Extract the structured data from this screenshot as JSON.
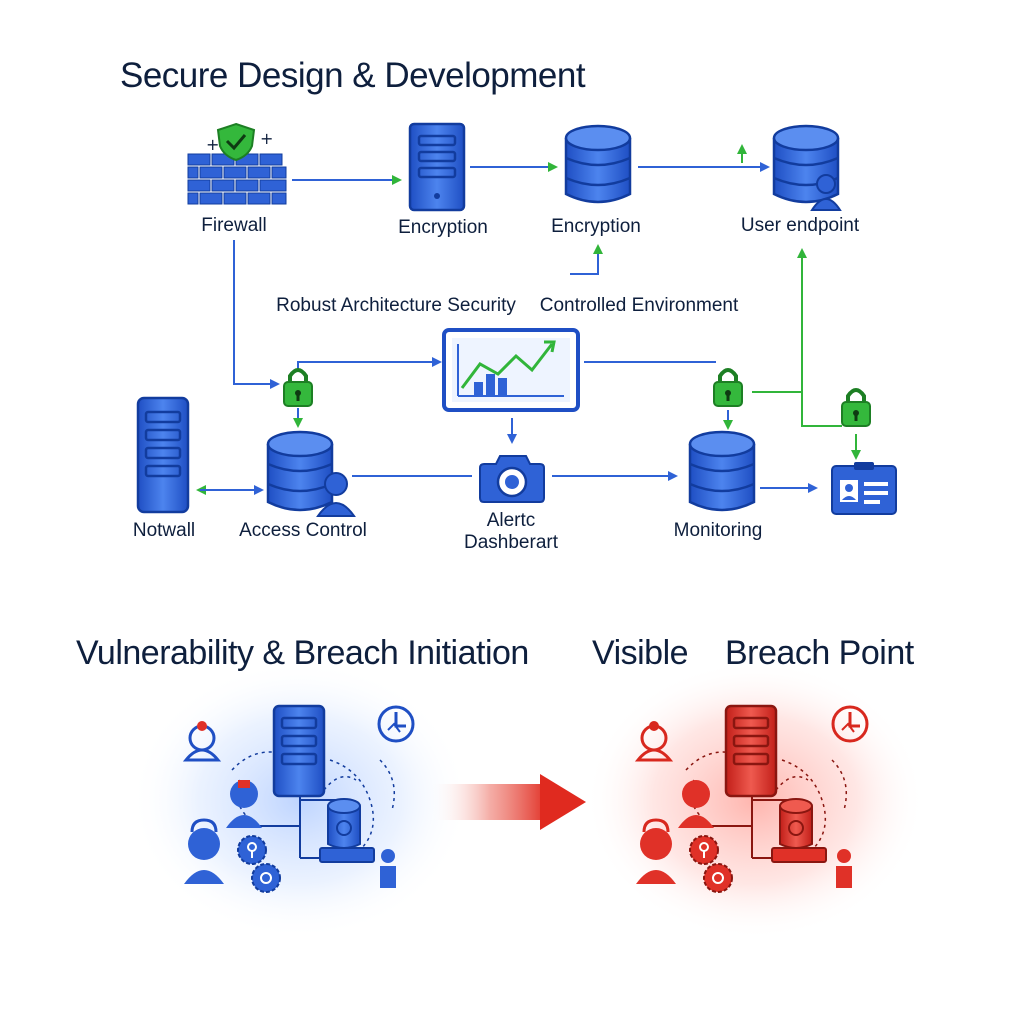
{
  "titles": {
    "secure": "Secure Design & Development",
    "vulnerability": "Vulnerability & Breach Initiation",
    "visible": "Visible",
    "breach_point": "Breach Point"
  },
  "labels": {
    "firewall": "Firewall",
    "encryption_1": "Encryption",
    "encryption_2": "Encryption",
    "user_endpoint": "User endpoint",
    "robust_architecture": "Robust Architecture Security",
    "controlled_environment": "Controlled Environment",
    "notwall": "Notwall",
    "access_control": "Access Control",
    "alert_line1": "Alertc",
    "alert_line2": "Dashberart",
    "monitoring": "Monitoring"
  },
  "colors": {
    "blue": "#2f62d6",
    "blue_light": "#5b8ef0",
    "blue_dark": "#123c9e",
    "green": "#31b53a",
    "red": "#e03128",
    "text": "#0e1f3d"
  }
}
